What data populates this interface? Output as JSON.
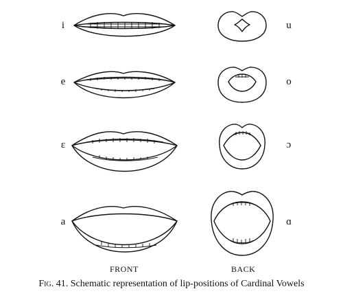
{
  "figure": {
    "caption_label": "Fig. 41.",
    "caption_text": "Schematic representation of lip-positions of Cardinal Vowels"
  },
  "columns": {
    "front": "FRONT",
    "back": "BACK"
  },
  "front_vowels": [
    "i",
    "e",
    "ε",
    "a"
  ],
  "back_vowels": [
    "u",
    "o",
    "ɔ",
    "ɑ"
  ]
}
